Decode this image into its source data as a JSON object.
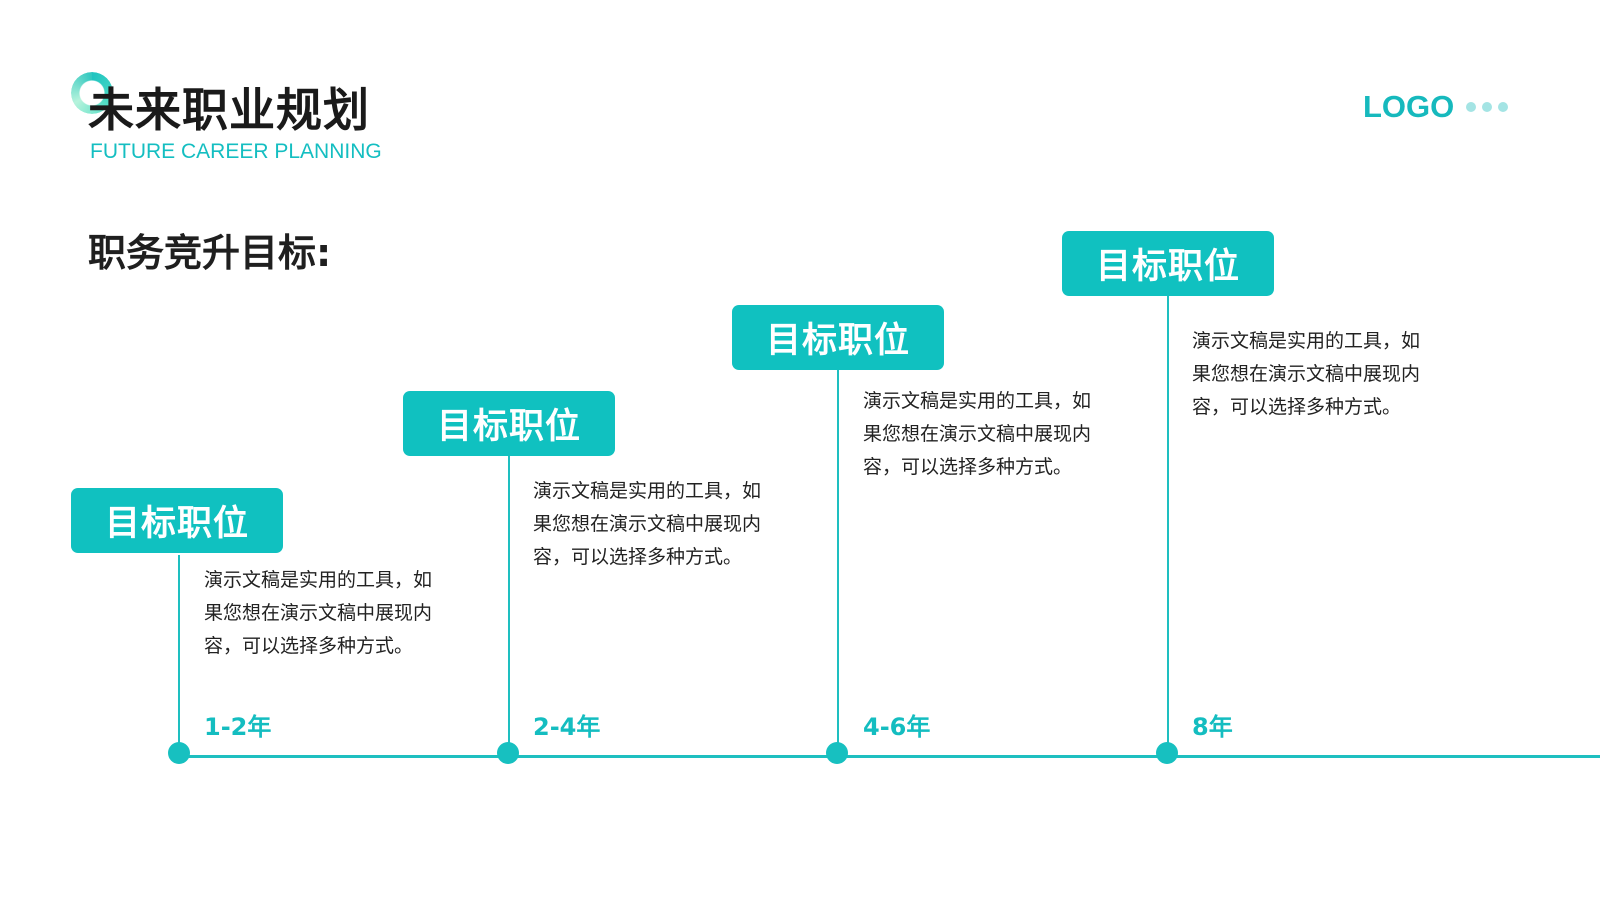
{
  "header": {
    "title": "未来职业规划",
    "subtitle": "FUTURE CAREER PLANNING",
    "logo": "LOGO"
  },
  "section": {
    "heading": "职务竞升目标:"
  },
  "stages": [
    {
      "tag": "目标职位",
      "description": "演示文稿是实用的工具，如果您想在演示文稿中展现内容，可以选择多种方式。",
      "years": "1-2年"
    },
    {
      "tag": "目标职位",
      "description": "演示文稿是实用的工具，如果您想在演示文稿中展现内容，可以选择多种方式。",
      "years": "2-4年"
    },
    {
      "tag": "目标职位",
      "description": "演示文稿是实用的工具，如果您想在演示文稿中展现内容，可以选择多种方式。",
      "years": "4-6年"
    },
    {
      "tag": "目标职位",
      "description": "演示文稿是实用的工具，如果您想在演示文稿中展现内容，可以选择多种方式。",
      "years": "8年"
    }
  ],
  "colors": {
    "accent": "#10c1c0",
    "title": "#1a1a1a",
    "text": "#222222"
  }
}
